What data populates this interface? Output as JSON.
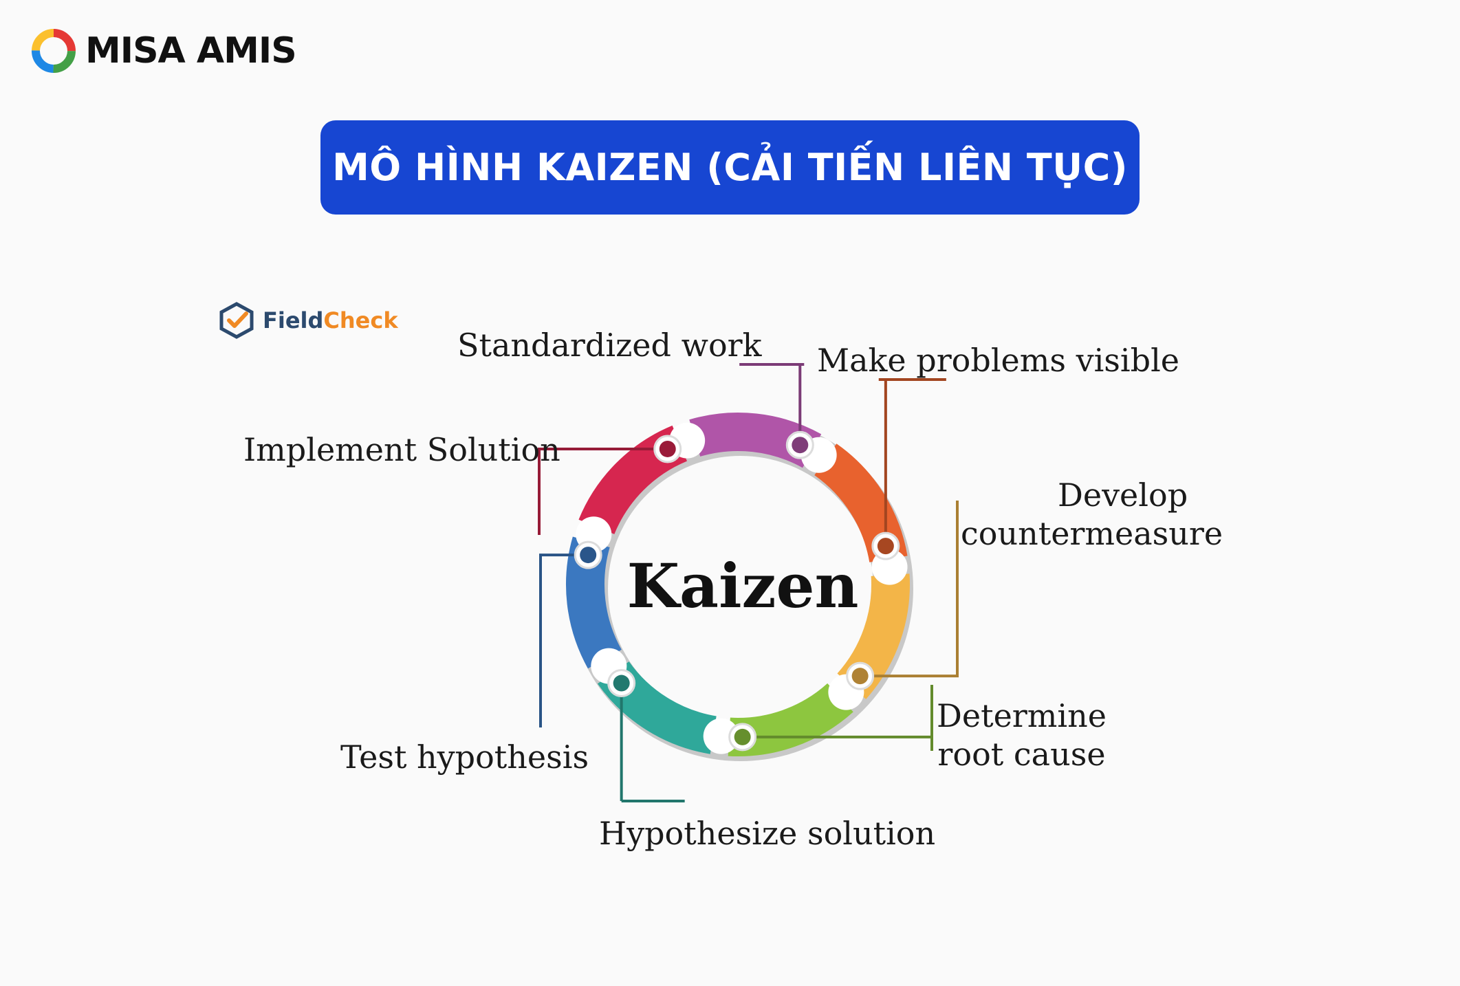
{
  "brand": {
    "name": "MISA AMIS"
  },
  "title": "MÔ HÌNH KAIZEN (CẢI TIẾN LIÊN TỤC)",
  "fieldcheck": {
    "part1": "Field",
    "part2": "Check"
  },
  "center_label": "Kaizen",
  "steps": [
    {
      "label": "Make problems visible",
      "color": "#e8622e"
    },
    {
      "label": "Develop",
      "label2": "countermeasure",
      "color": "#f3b548"
    },
    {
      "label": "Determine",
      "label2": "root cause",
      "color": "#8dc63f"
    },
    {
      "label": "Hypothesize solution",
      "color": "#2fa89a"
    },
    {
      "label": "Test hypothesis",
      "color": "#3b78c0"
    },
    {
      "label": "Implement Solution",
      "color": "#d6264f"
    },
    {
      "label": "Standardized work",
      "color": "#b055a8"
    }
  ]
}
